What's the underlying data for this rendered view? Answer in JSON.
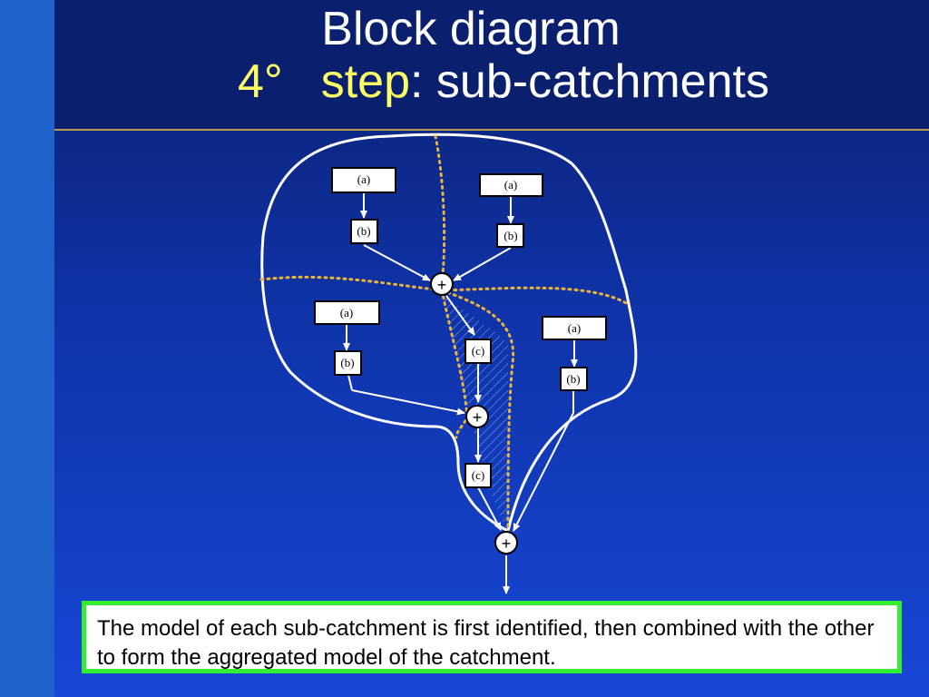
{
  "slide": {
    "title_line1": "Block diagram",
    "title_step_number": "4°",
    "title_step_word": "step",
    "title_rest": ": sub-catchments"
  },
  "diagram": {
    "block_a_label": "(a)",
    "block_b_label": "(b)",
    "block_c_label": "(c)",
    "sum_label": "+"
  },
  "caption": {
    "text": "The model of each sub-catchment is first identified, then combined with the other to form the aggregated model of the catchment."
  },
  "colors": {
    "background": "#0f33a8",
    "side_bar": "#1f62cc",
    "title_text": "#ffffff",
    "title_highlight": "#ffff66",
    "boundary_line": "#ffffff",
    "dotted_divider": "#e8b43c",
    "caption_border": "#33ee33"
  }
}
